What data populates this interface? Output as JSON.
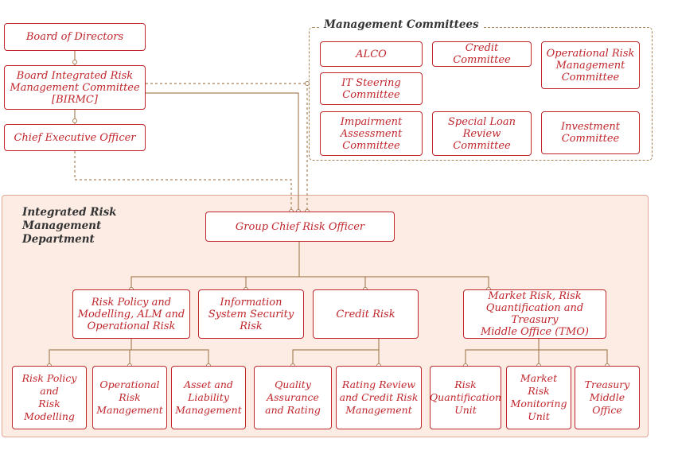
{
  "board": {
    "board_of_directors": "Board of Directors",
    "birmc": "Board Integrated Risk\nManagement Committee\n[BIRMC]",
    "ceo": "Chief Executive Officer"
  },
  "management_committees": {
    "title": "Management Committees",
    "items": [
      "ALCO",
      "Credit Committee",
      "Operational Risk\nManagement\nCommittee",
      "IT Steering\nCommittee",
      "Impairment\nAssessment\nCommittee",
      "Special Loan\nReview\nCommittee",
      "Investment\nCommittee"
    ]
  },
  "department": {
    "title": "Integrated Risk\nManagement\nDepartment",
    "gcro": "Group Chief Risk Officer",
    "units": [
      "Risk Policy and\nModelling, ALM and\nOperational Risk",
      "Information\nSystem Security\nRisk",
      "Credit Risk",
      "Market Risk, Risk\nQuantification and  Treasury\nMiddle Office (TMO)"
    ],
    "sub_units": [
      "Risk Policy\nand\nRisk Modelling",
      "Operational\nRisk\nManagement",
      "Asset and\nLiability\nManagement",
      "Quality\nAssurance\nand Rating",
      "Rating Review\nand Credit Risk\nManagement",
      "Risk\nQuantification\nUnit",
      "Market Risk\nMonitoring\nUnit",
      "Treasury\nMiddle\nOffice"
    ]
  },
  "colors": {
    "box_text": "#c0262c",
    "box_border": "#c0262c",
    "panel_fill": "#fcece4",
    "connector": "#a9825a"
  }
}
